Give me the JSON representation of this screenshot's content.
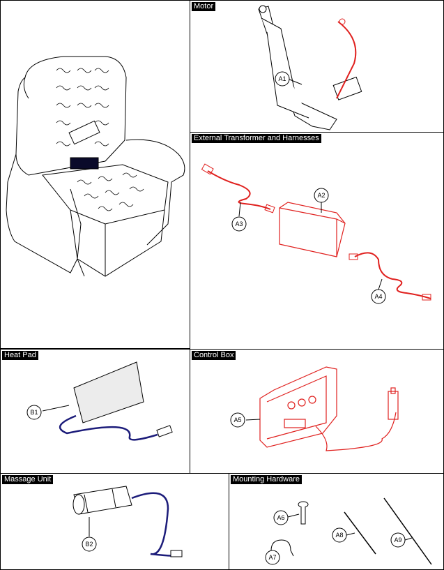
{
  "panels": {
    "motor": {
      "title": "Motor"
    },
    "transformer": {
      "title": "External Transformer and Harnesses"
    },
    "heat_pad": {
      "title": "Heat Pad"
    },
    "control_box": {
      "title": "Control Box"
    },
    "massage": {
      "title": "Massage Unit"
    },
    "hardware": {
      "title": "Mounting Hardware"
    }
  },
  "callouts": {
    "a1": "A1",
    "a2": "A2",
    "a3": "A3",
    "a4": "A4",
    "a5": "A5",
    "a6": "A6",
    "a7": "A7",
    "a8": "A8",
    "a9": "A9",
    "b1": "B1",
    "b2": "B2"
  },
  "colors": {
    "harness": "#e0201e",
    "heat_cable": "#1c1c7a",
    "line": "#000000"
  }
}
